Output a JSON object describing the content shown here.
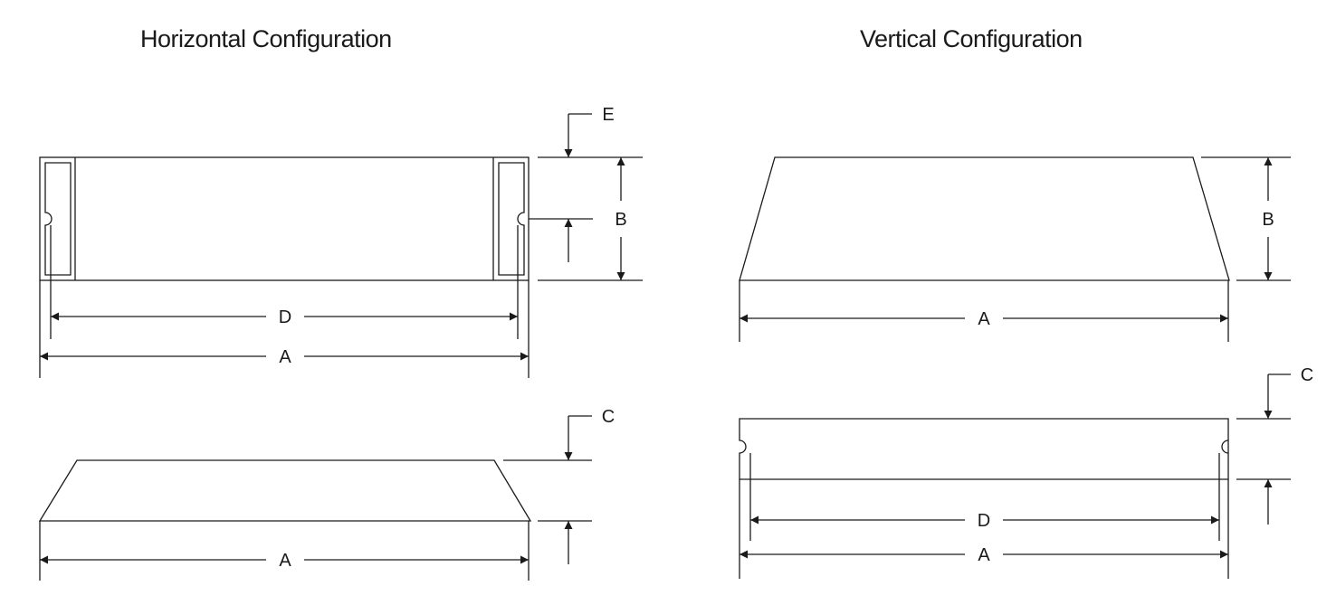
{
  "titles": {
    "horizontal": "Horizontal Configuration",
    "vertical": "Vertical Configuration"
  },
  "labels": {
    "A": "A",
    "B": "B",
    "C": "C",
    "D": "D",
    "E": "E"
  }
}
